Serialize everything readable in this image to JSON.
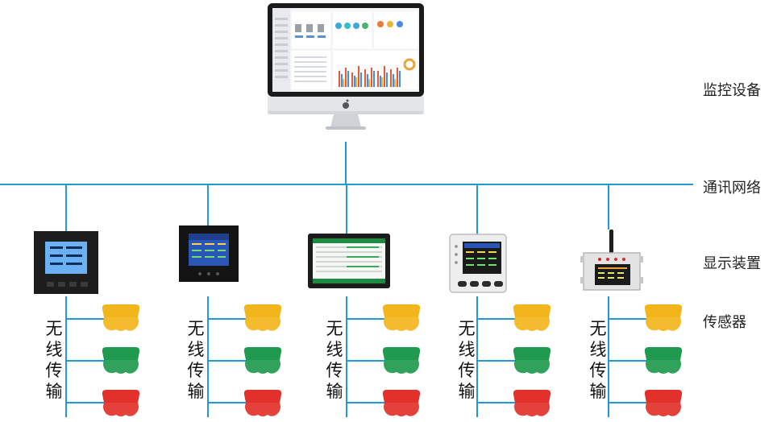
{
  "labels": {
    "monitor": "监控设备",
    "network": "通讯网络",
    "display": "显示装置",
    "sensor": "传感器"
  },
  "wireless_chars": [
    "无",
    "线",
    "传",
    "输"
  ],
  "colors": {
    "network_line": "#1e9ad6",
    "sensor_yellow": "#f2b51b",
    "sensor_green": "#1f9a4e",
    "sensor_red": "#e2312a",
    "device_dark": "#1b1b1b",
    "screen_blue": "#2a56b8"
  },
  "devices": [
    {
      "kind": "square-meter-icon"
    },
    {
      "kind": "black-panel-icon"
    },
    {
      "kind": "wide-touchscreen-icon"
    },
    {
      "kind": "white-meter-icon"
    },
    {
      "kind": "antenna-box-icon"
    }
  ],
  "monitor": {
    "kind": "imac-icon"
  }
}
